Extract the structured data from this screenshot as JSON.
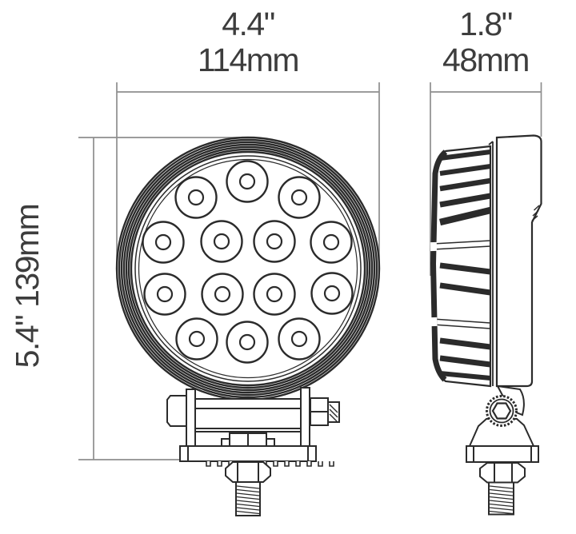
{
  "diagram": {
    "front_view": {
      "width_label_in": "4.4\"",
      "width_label_mm": "114mm",
      "height_label_in": "5.4\"",
      "height_label_mm": "139mm",
      "led_count": 14
    },
    "side_view": {
      "depth_label_in": "1.8\"",
      "depth_label_mm": "48mm"
    },
    "colors": {
      "line": "#2b2b2b",
      "dimension_line": "#8e8e8e",
      "label_text": "#3d3d3d",
      "background": "#ffffff"
    }
  }
}
